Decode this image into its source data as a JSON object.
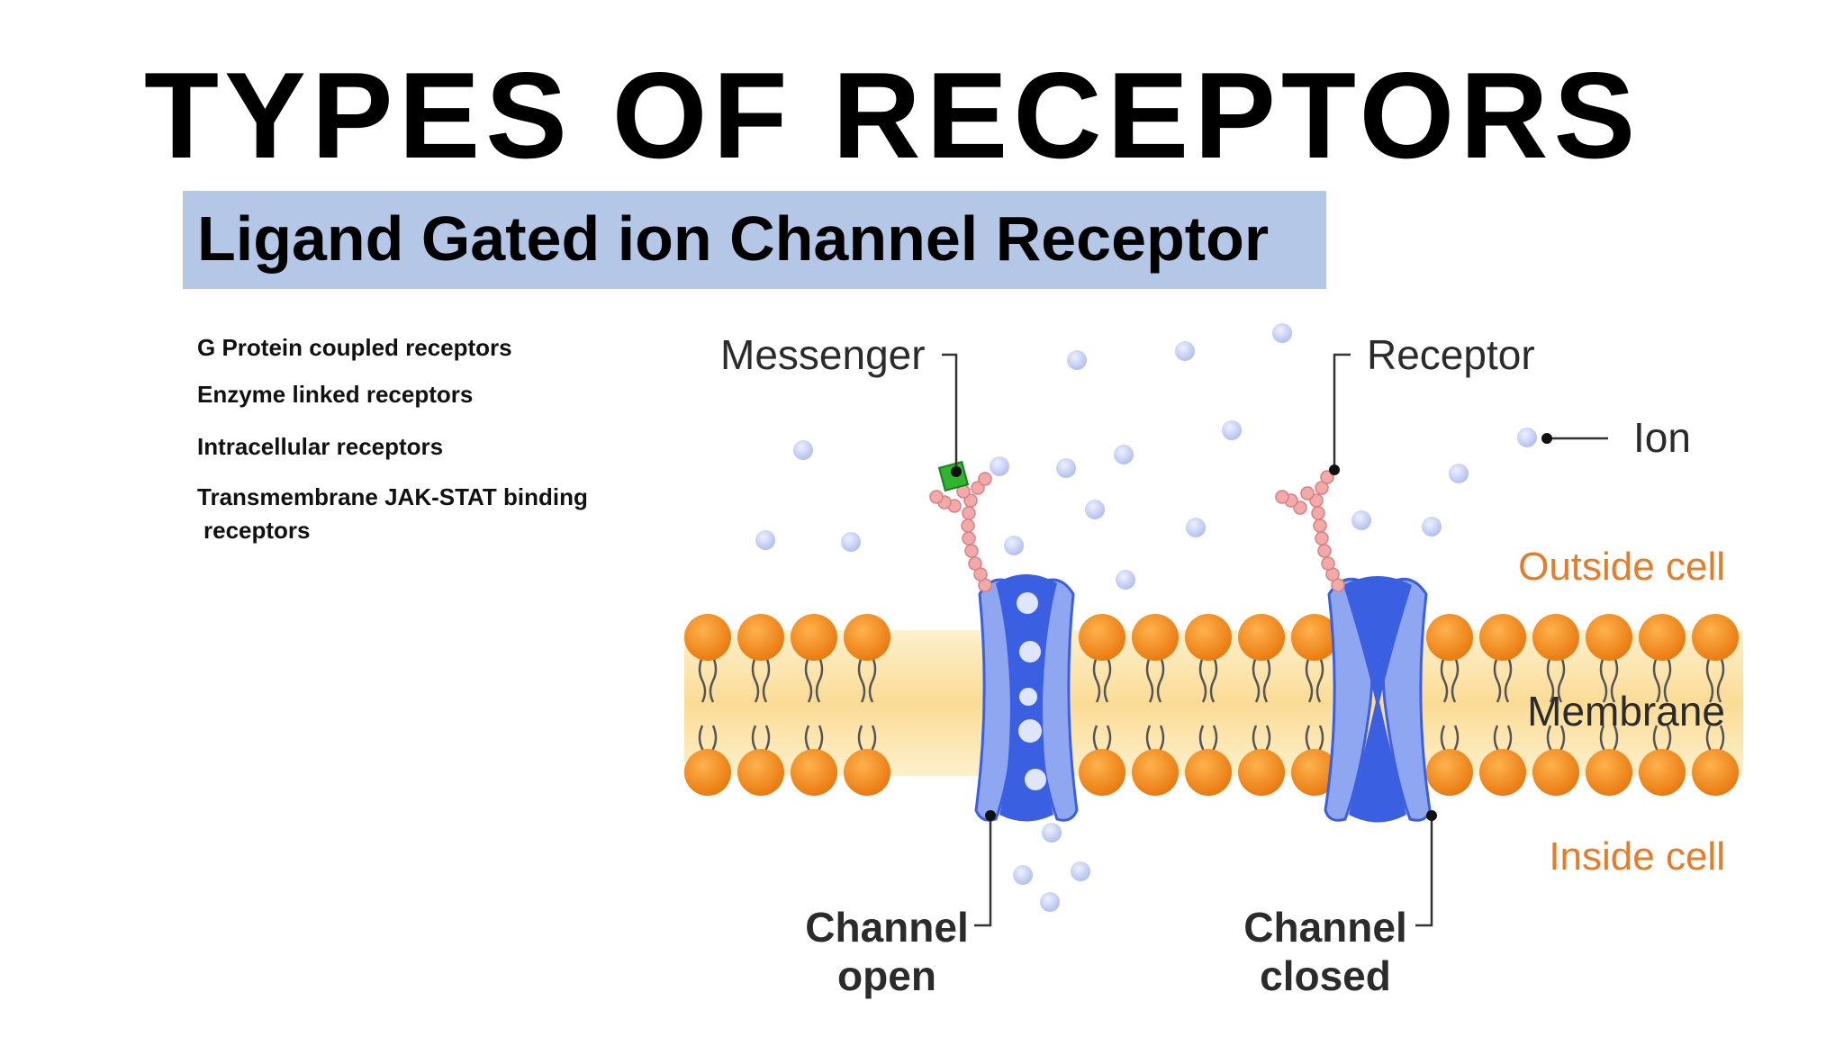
{
  "slide": {
    "title": "TYPES OF RECEPTORS",
    "subtitle": "Ligand Gated ion Channel Receptor",
    "subtitle_band_color": "#b4c7e7"
  },
  "bullets": [
    "G Protein coupled receptors",
    "Enzyme linked receptors",
    "Intracellular receptors",
    "Transmembrane JAK-STAT binding",
    "receptors"
  ],
  "diagram": {
    "labels": {
      "messenger": "Messenger",
      "receptor": "Receptor",
      "ion": "Ion",
      "outside_cell": "Outside cell",
      "membrane": "Membrane",
      "inside_cell": "Inside cell",
      "channel_open_line1": "Channel",
      "channel_open_line2": "open",
      "channel_closed_line1": "Channel",
      "channel_closed_line2": "closed"
    },
    "colors": {
      "lipid_head": "#f08a1c",
      "membrane_fill": "#fbe3a6",
      "channel_dark": "#3a5fe0",
      "channel_light": "#8fa6f0",
      "ion": "#c9d2f4",
      "messenger": "#2fb52f",
      "receptor_chain": "#f2a9a9",
      "orange_text": "#e57c2a"
    }
  }
}
